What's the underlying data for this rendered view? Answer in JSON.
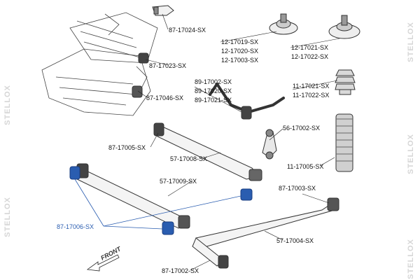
{
  "watermark": "STELLOX",
  "front_label": "FRONT",
  "highlight_color": "#2a5db0",
  "labels": [
    "87-17024-SX",
    "87-17023-SX",
    "87-17046-SX",
    "87-17005-SX",
    "57-17008-SX",
    "57-17009-SX",
    "87-17006-SX",
    "12-17019-SX",
    "12-17020-SX",
    "12-17003-SX",
    "12-17021-SX",
    "12-17022-SX",
    "89-17002-SX",
    "89-17020-SX",
    "89-17021-SX",
    "11-17021-SX",
    "11-17022-SX",
    "56-17002-SX",
    "11-17005-SX",
    "87-17003-SX",
    "57-17004-SX",
    "87-17002-SX"
  ]
}
